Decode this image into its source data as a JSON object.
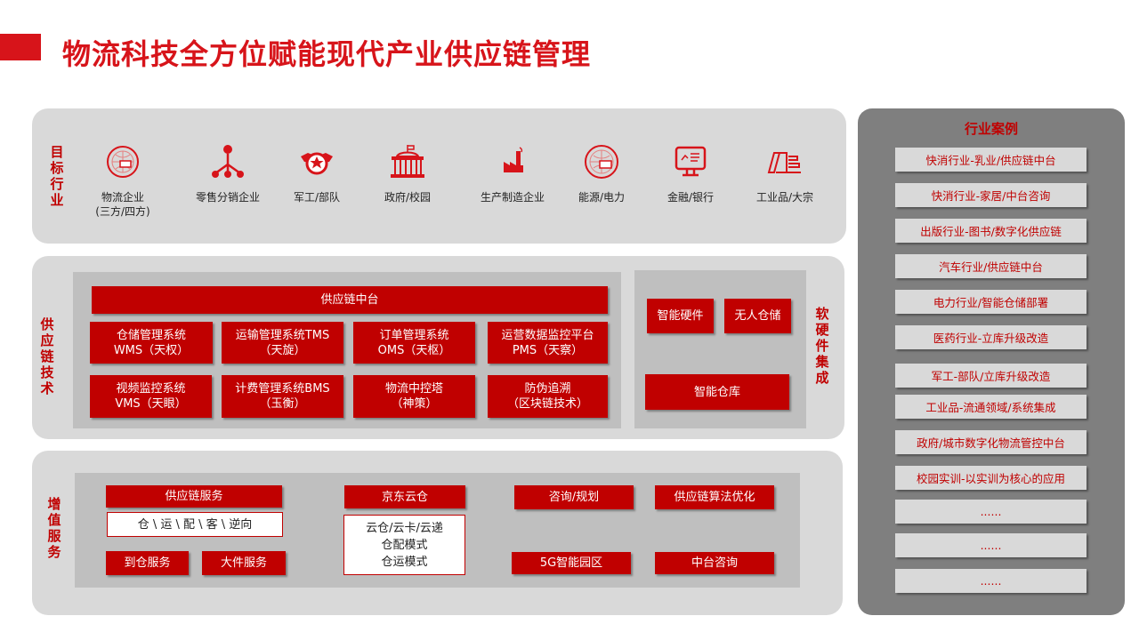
{
  "title": "物流科技全方位赋能现代产业供应链管理",
  "colors": {
    "accent": "#d7141a",
    "box_red": "#c00000",
    "panel_grey": "#d9d9d9",
    "case_panel": "#7f7f7f"
  },
  "targets": {
    "label": "目标行业",
    "items": [
      {
        "icon": "global-logistics-icon",
        "label": "物流企业\n(三方/四方)"
      },
      {
        "icon": "distribution-tree-icon",
        "label": "零售分销企业"
      },
      {
        "icon": "military-badge-icon",
        "label": "军工/部队"
      },
      {
        "icon": "government-building-icon",
        "label": "政府/校园"
      },
      {
        "icon": "factory-icon",
        "label": "生产制造企业"
      },
      {
        "icon": "global-energy-icon",
        "label": "能源/电力"
      },
      {
        "icon": "finance-screen-icon",
        "label": "金融/银行"
      },
      {
        "icon": "industrial-goods-icon",
        "label": "工业品/大宗"
      }
    ]
  },
  "tech": {
    "label": "供应链技术",
    "middle_platform": "供应链中台",
    "row1": [
      "仓储管理系统\nWMS（天权）",
      "运输管理系统TMS\n（天旋）",
      "订单管理系统\nOMS（天枢）",
      "运营数据监控平台\nPMS（天察）"
    ],
    "row2": [
      "视频监控系统\nVMS（天眼）",
      "计费管理系统BMS\n（玉衡）",
      "物流中控塔\n（神策）",
      "防伪追溯\n（区块链技术）"
    ]
  },
  "integration": {
    "label": "软硬件集成",
    "hardware": "智能硬件",
    "unmanned": "无人仓储",
    "smart_warehouse": "智能仓库"
  },
  "services": {
    "label": "增值服务",
    "supply_chain_service": "供应链服务",
    "supply_chain_detail": "仓 \\ 运 \\ 配 \\ 客 \\ 逆向",
    "to_warehouse": "到仓服务",
    "bulky": "大件服务",
    "jd_cloud": "京东云仓",
    "jd_cloud_detail": "云仓/云卡/云递\n仓配模式\n仓运模式",
    "consulting": "咨询/规划",
    "algorithm": "供应链算法优化",
    "park_5g": "5G智能园区",
    "platform_consulting": "中台咨询"
  },
  "cases": {
    "title": "行业案例",
    "items": [
      "快消行业-乳业/供应链中台",
      "快消行业-家居/中台咨询",
      "出版行业-图书/数字化供应链",
      "汽车行业/供应链中台",
      "电力行业/智能仓储部署",
      "医药行业-立库升级改造",
      "军工-部队/立库升级改造",
      "工业品-流通领域/系统集成",
      "政府/城市数字化物流管控中台",
      "校园实训-以实训为核心的应用",
      "......",
      "......",
      "......"
    ]
  }
}
